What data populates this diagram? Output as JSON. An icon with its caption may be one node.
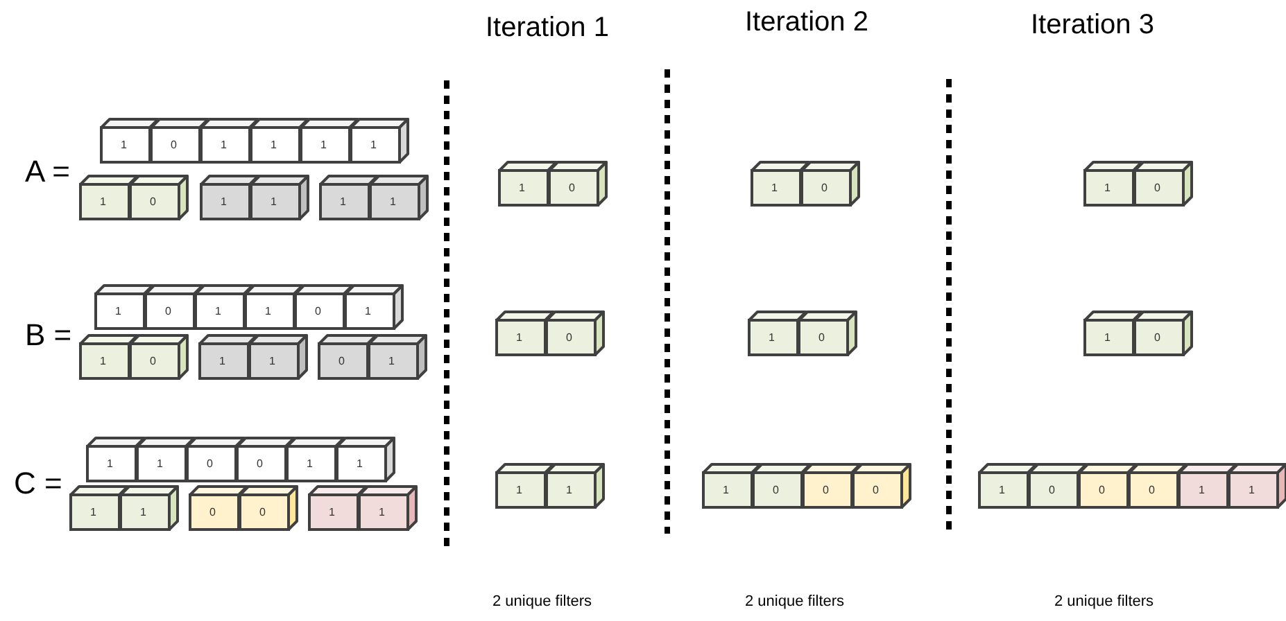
{
  "diagram": {
    "nodes": [
      {
        "text": [
          "1"
        ]
      },
      {
        "text": [
          "0"
        ]
      },
      {
        "text": [
          "1"
        ]
      },
      {
        "text": [
          "1"
        ]
      },
      {
        "text": [
          "1"
        ]
      },
      {
        "text": [
          "1"
        ]
      },
      {
        "text": [
          "1"
        ]
      },
      {
        "text": [
          "0"
        ]
      },
      {
        "text": [
          "1"
        ]
      },
      {
        "text": [
          "1"
        ]
      },
      {
        "text": [
          "1"
        ]
      },
      {
        "text": [
          "1"
        ]
      },
      {
        "text": [
          "1"
        ]
      },
      {
        "text": [
          "0"
        ]
      },
      {
        "text": [
          "1"
        ]
      },
      {
        "text": [
          "1"
        ]
      },
      {
        "text": [
          "0"
        ]
      },
      {
        "text": [
          "1"
        ]
      },
      {
        "text": [
          "1"
        ]
      },
      {
        "text": [
          "0"
        ]
      },
      {
        "text": [
          "1"
        ]
      },
      {
        "text": [
          "1"
        ]
      },
      {
        "text": [
          "0"
        ]
      },
      {
        "text": [
          "1"
        ]
      },
      {
        "text": [
          "1"
        ]
      },
      {
        "text": [
          "1"
        ]
      },
      {
        "text": [
          "0"
        ]
      },
      {
        "text": [
          "0"
        ]
      },
      {
        "text": [
          "1"
        ]
      },
      {
        "text": [
          "1"
        ]
      },
      {
        "text": [
          "1"
        ]
      },
      {
        "text": [
          "1"
        ]
      },
      {
        "text": [
          "0"
        ]
      },
      {
        "text": [
          "0"
        ]
      },
      {
        "text": [
          "1"
        ]
      },
      {
        "text": [
          "1"
        ]
      },
      {
        "text": [
          "1"
        ]
      },
      {
        "text": [
          "0"
        ]
      },
      {
        "text": [
          "1"
        ]
      },
      {
        "text": [
          "0"
        ]
      },
      {
        "text": [
          "1"
        ]
      },
      {
        "text": [
          "1"
        ]
      },
      {
        "text": [
          "1"
        ]
      },
      {
        "text": [
          "0"
        ]
      },
      {
        "text": [
          "1"
        ]
      },
      {
        "text": [
          "0"
        ]
      },
      {
        "text": [
          "1"
        ]
      },
      {
        "text": [
          "0"
        ]
      },
      {
        "text": [
          "0"
        ]
      },
      {
        "text": [
          "0"
        ]
      },
      {
        "text": [
          "1"
        ]
      },
      {
        "text": [
          "0"
        ]
      },
      {
        "text": [
          "1"
        ]
      },
      {
        "text": [
          "0"
        ]
      },
      {
        "text": [
          "1"
        ]
      },
      {
        "text": [
          "0"
        ]
      },
      {
        "text": [
          "0"
        ]
      },
      {
        "text": [
          "0"
        ]
      },
      {
        "text": [
          "1"
        ]
      },
      {
        "text": [
          "1"
        ]
      }
    ],
    "labels": [
      "Iteration 1",
      "Iteration 2",
      "Iteration 3",
      "A =",
      "B =",
      "C =",
      "2 unique filters",
      "2 unique filters",
      "2 unique filters"
    ]
  }
}
